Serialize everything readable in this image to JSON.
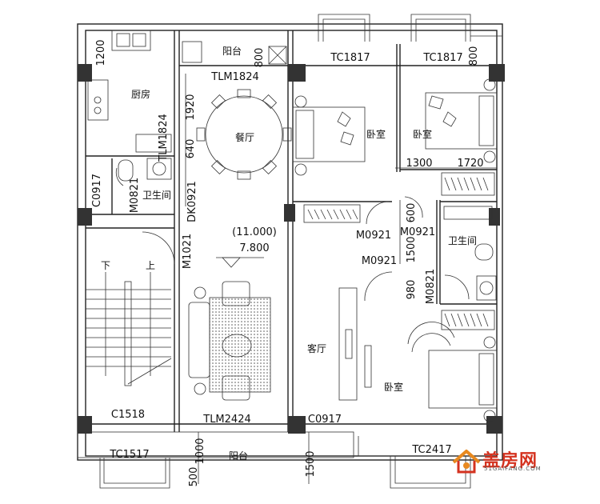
{
  "rooms": {
    "kitchen": "厨房",
    "balcony_top": "阳台",
    "dining": "餐厅",
    "bedroom_1": "卧室",
    "bedroom_2": "卧室",
    "bath_1": "卫生间",
    "bath_2": "卫生间",
    "living": "客厅",
    "bedroom_3": "卧室",
    "balcony_bottom": "阳台"
  },
  "stairs": {
    "down": "下",
    "up": "上"
  },
  "openings": {
    "tc1817_a": "TC1817",
    "tc1817_b": "TC1817",
    "tlm1824_a": "TLM1824",
    "tlm1824_b": "TLM1824",
    "c0917_a": "C0917",
    "m0821_a": "M0821",
    "dk0921": "DK0921",
    "m0921_a": "M0921",
    "m0921_b": "M0921",
    "m0921_c": "M0921",
    "m1021": "M1021",
    "m0821_b": "M0821",
    "c1518": "C1518",
    "tlm2424": "TLM2424",
    "c0917_b": "C0917",
    "tc1517": "TC1517",
    "tc2417": "TC2417"
  },
  "dimensions": {
    "d1200": "1200",
    "d800_a": "800",
    "d800_b": "800",
    "d1920": "1920",
    "d640": "640",
    "d1300": "1300",
    "d1720": "1720",
    "d600": "600",
    "d1500_a": "1500",
    "d980": "980",
    "d1000": "1000",
    "d500": "500",
    "d1500_b": "1500"
  },
  "elevation": {
    "floor_level": "(11.000)",
    "level": "7.800"
  },
  "logo": {
    "name": "盖房网",
    "url": "51GAIFANG.COM"
  }
}
